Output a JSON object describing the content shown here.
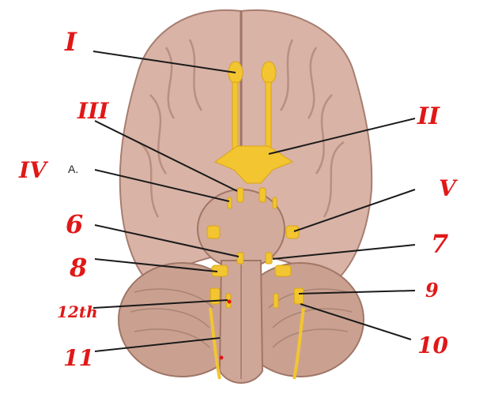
{
  "labels": {
    "olfactory": "I",
    "optic": "II",
    "oculomotor": "III",
    "trochlear": "IV",
    "printed_a": "A.",
    "trigeminal": "V",
    "abducens": "6",
    "facial": "7",
    "vestibulocochlear": "8",
    "glossopharyngeal": "9",
    "hypoglossal": "12th",
    "vagus": "10",
    "accessory": "11"
  },
  "colors": {
    "brain_fill": "#d9b3a6",
    "brain_dark": "#b88f82",
    "cerebellum": "#caa191",
    "nerve_fill": "#f2c531",
    "annotation": "#e01818",
    "leader_line": "#1a1a1a"
  }
}
